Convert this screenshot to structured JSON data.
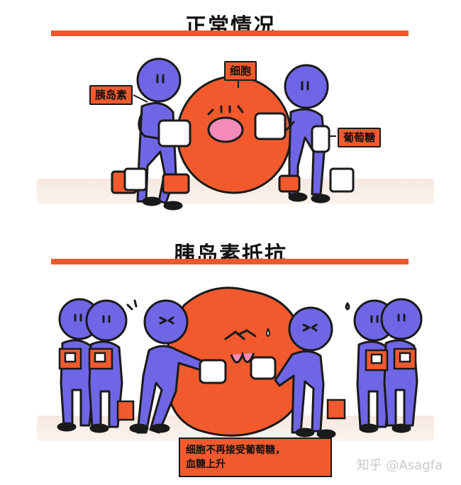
{
  "top_panel": {
    "title": "正常情况",
    "labels": {
      "insulin": "胰岛素",
      "cell": "细胞",
      "glucose": "葡萄糖"
    }
  },
  "bottom_panel": {
    "title": "胰岛素抵抗",
    "caption_line1": "细胞不再接受葡萄糖，",
    "caption_line2": "血糖上升"
  },
  "watermark": "知乎 @Asagfa",
  "colors": {
    "accent": "#f2572b",
    "figure": "#6f66e6",
    "cell": "#f25a2e",
    "outline": "#1a1a1a"
  }
}
